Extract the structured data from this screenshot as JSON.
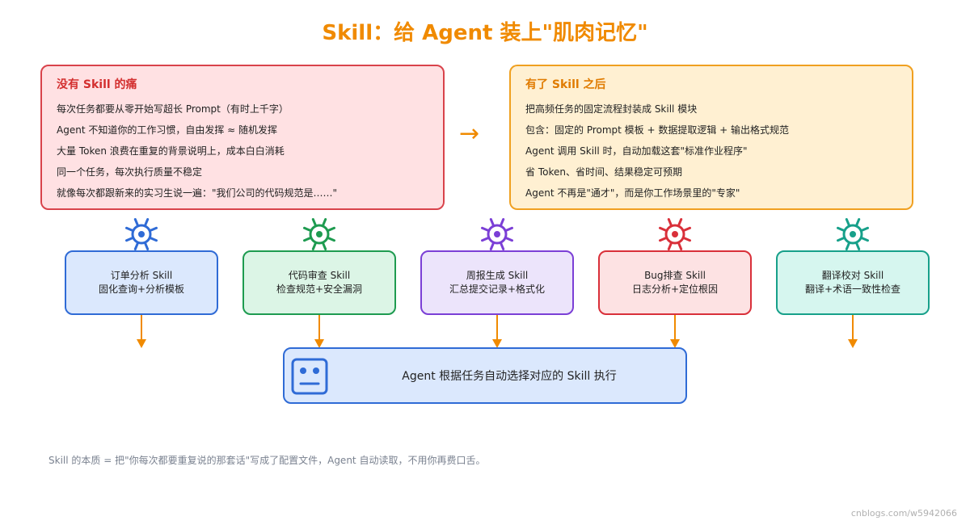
{
  "title": "Skill：给 Agent 装上\"肌肉记忆\"",
  "pain_panel": {
    "heading": "没有 Skill 的痛",
    "lines": [
      "每次任务都要从零开始写超长 Prompt（有时上千字）",
      "Agent 不知道你的工作习惯，自由发挥 ≈ 随机发挥",
      "大量 Token 浪费在重复的背景说明上，成本白白消耗",
      "同一个任务，每次执行质量不稳定",
      "就像每次都跟新来的实习生说一遍：\"我们公司的代码规范是……\""
    ],
    "color": "#d9434b"
  },
  "arrow_symbol": "→",
  "gain_panel": {
    "heading": "有了 Skill 之后",
    "lines": [
      "把高频任务的固定流程封装成 Skill 模块",
      "包含：固定的 Prompt 模板 + 数据提取逻辑 + 输出格式规范",
      "Agent 调用 Skill 时，自动加载这套\"标准作业程序\"",
      "省 Token、省时间、结果稳定可预期",
      "Agent 不再是\"通才\"，而是你工作场景里的\"专家\""
    ],
    "color": "#f0a020"
  },
  "skills": [
    {
      "name": "订单分析 Skill",
      "desc": "固化查询+分析模板",
      "color": "#2f6bd6",
      "bg": "#dbe8fd",
      "icon": "gear-icon"
    },
    {
      "name": "代码审查 Skill",
      "desc": "检查规范+安全漏洞",
      "color": "#1e9b50",
      "bg": "#dcf5e6",
      "icon": "gear-icon"
    },
    {
      "name": "周报生成 Skill",
      "desc": "汇总提交记录+格式化",
      "color": "#7b3fd6",
      "bg": "#ece4fb",
      "icon": "gear-icon"
    },
    {
      "name": "Bug排查 Skill",
      "desc": "日志分析+定位根因",
      "color": "#d9303a",
      "bg": "#fde2e3",
      "icon": "gear-icon"
    },
    {
      "name": "翻译校对 Skill",
      "desc": "翻译+术语一致性检查",
      "color": "#17a08a",
      "bg": "#d6f6ef",
      "icon": "gear-icon"
    }
  ],
  "agent_box": {
    "label": "Agent 根据任务自动选择对应的 Skill 执行",
    "icon": "robot-icon",
    "color": "#2f6bd6"
  },
  "footer_note": "Skill 的本质 = 把\"你每次都要重复说的那套话\"写成了配置文件，Agent 自动读取，不用你再费口舌。",
  "watermark": "cnblogs.com/w5942066",
  "arrow_color": "#f08a00"
}
